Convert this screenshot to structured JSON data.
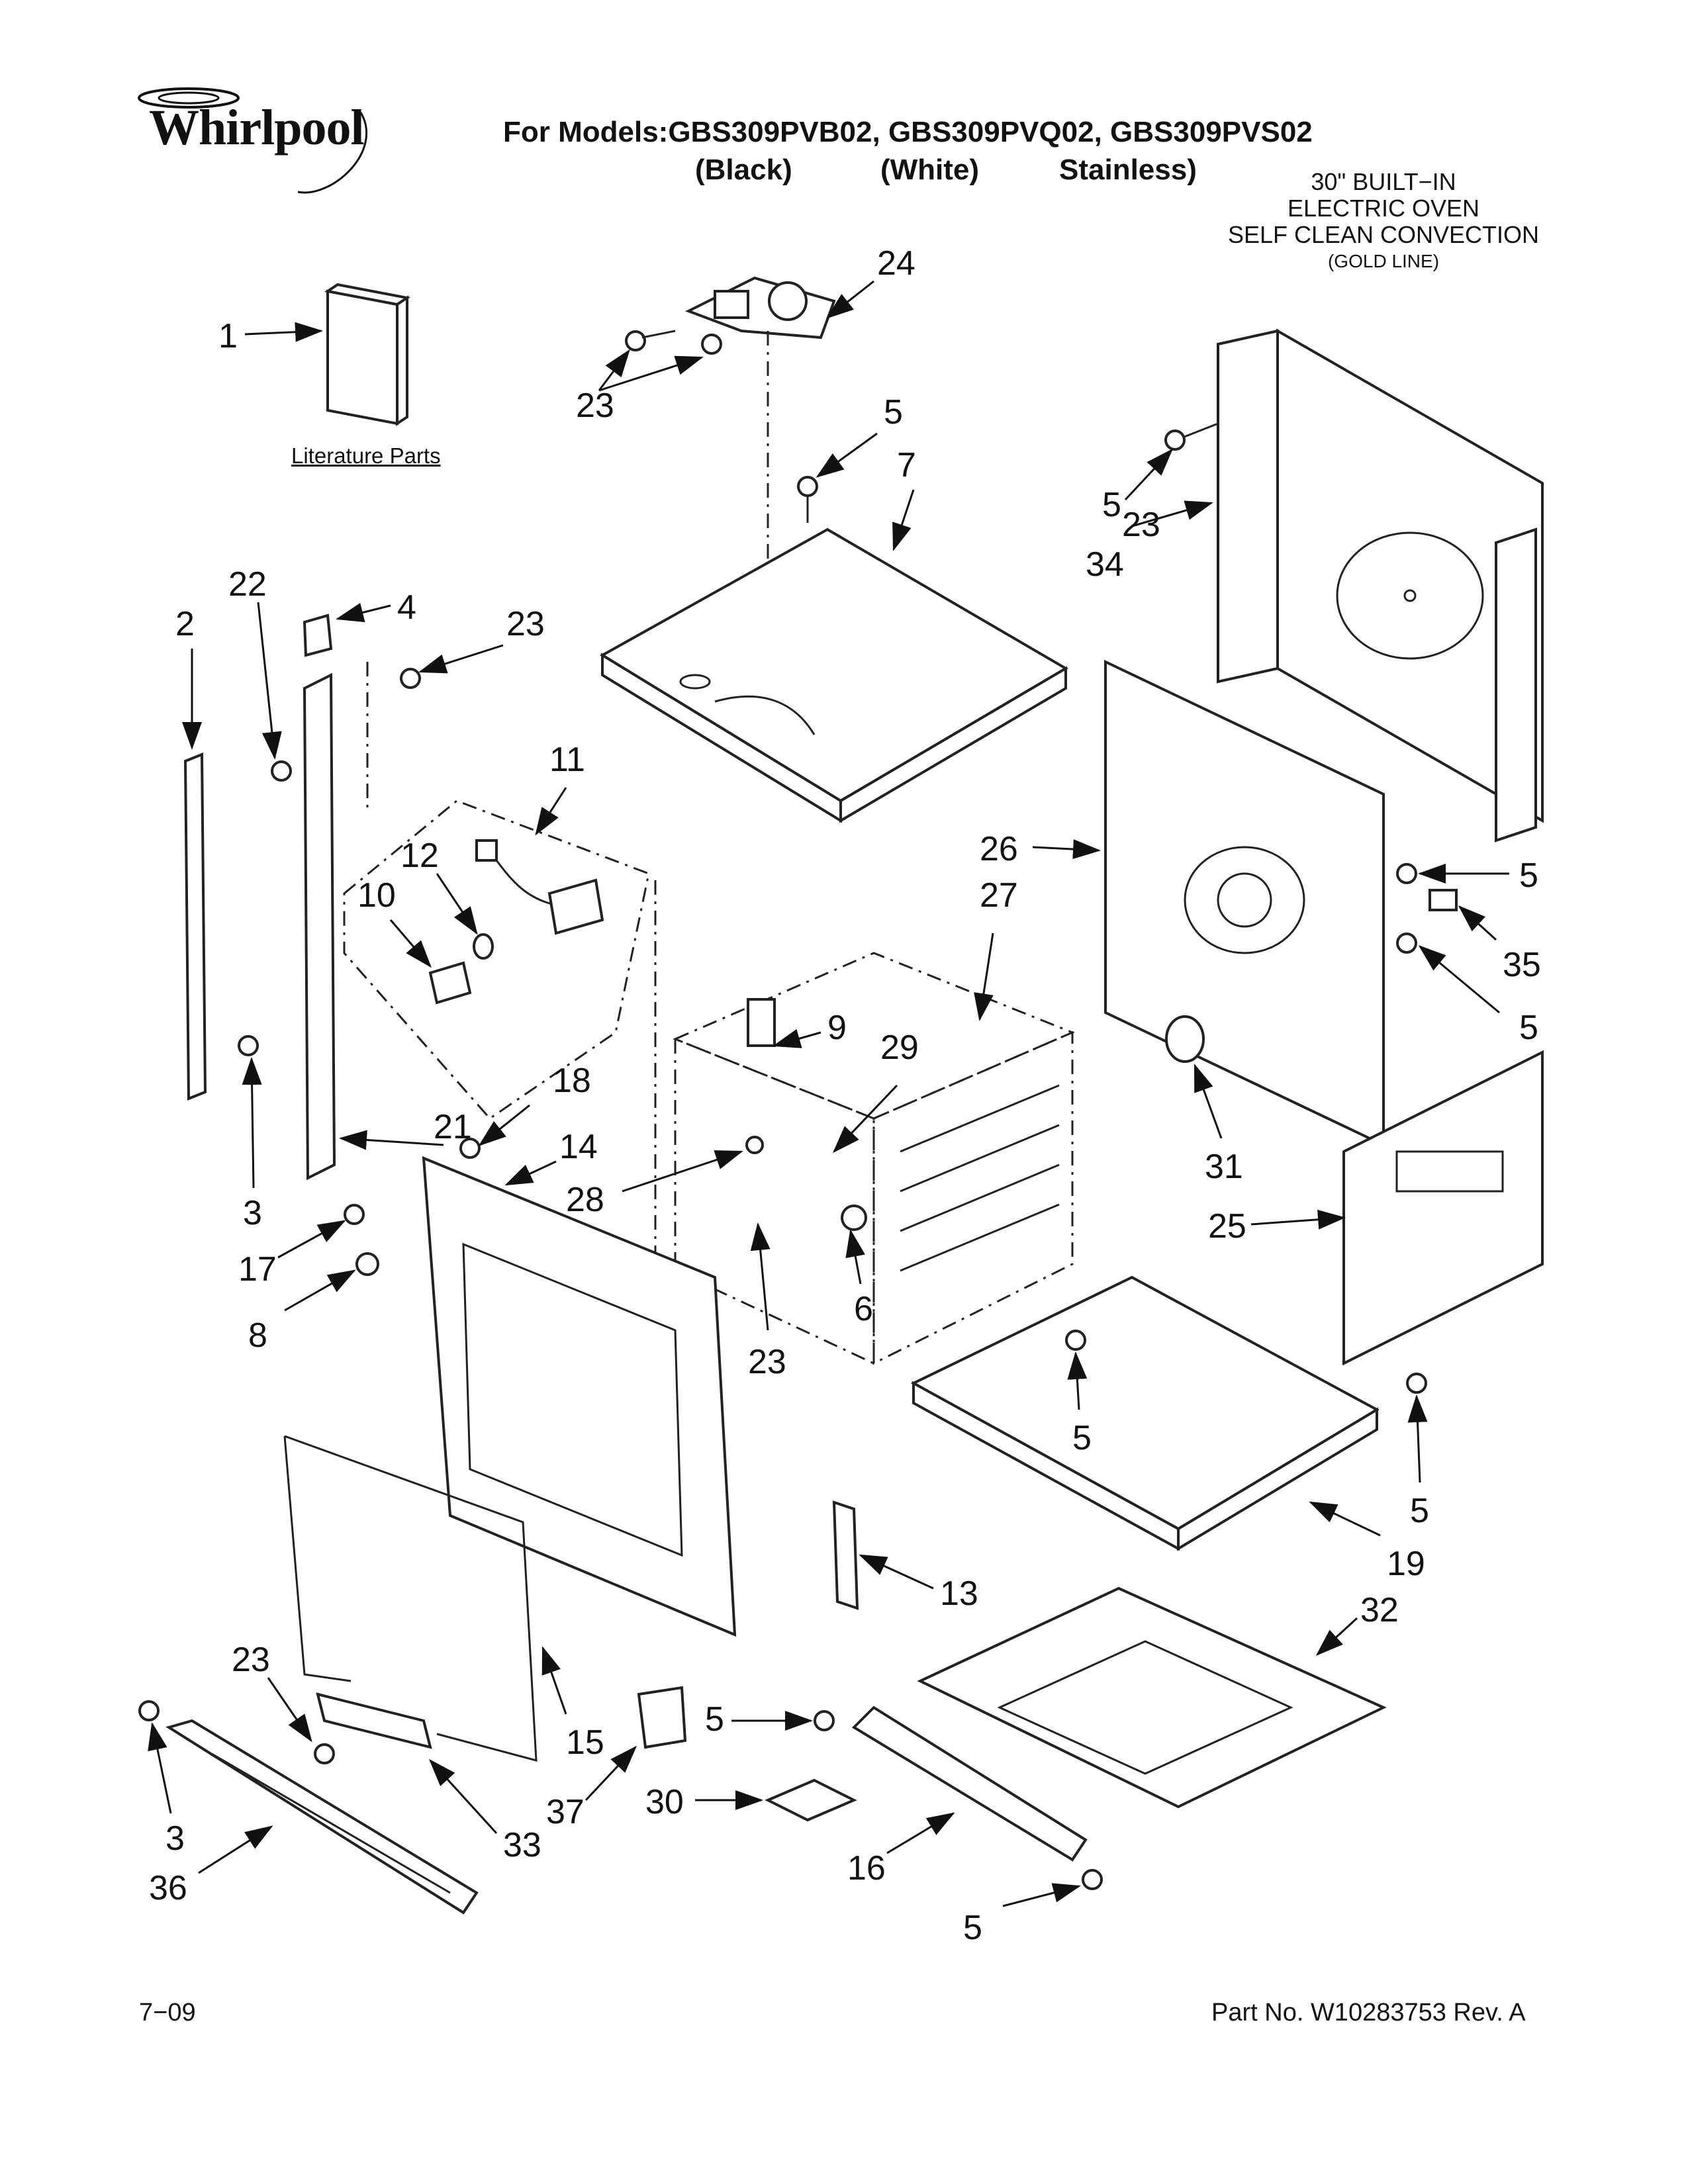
{
  "brand": "Whirlpool",
  "header": {
    "models_line": "For Models:GBS309PVB02, GBS309PVQ02, GBS309PVS02",
    "variants": [
      "(Black)",
      "(White)",
      "Stainless)"
    ],
    "product_lines": [
      "30\" BUILT−IN",
      "ELECTRIC OVEN",
      "SELF CLEAN CONVECTION"
    ],
    "product_subline": "(GOLD LINE)"
  },
  "literature_label": "Literature Parts",
  "callouts": [
    "1",
    "23",
    "24",
    "5",
    "7",
    "23",
    "5",
    "34",
    "2",
    "22",
    "4",
    "23",
    "11",
    "12",
    "10",
    "26",
    "27",
    "5",
    "35",
    "5",
    "9",
    "29",
    "21",
    "18",
    "14",
    "3",
    "28",
    "17",
    "8",
    "23",
    "6",
    "31",
    "25",
    "5",
    "5",
    "19",
    "13",
    "32",
    "23",
    "15",
    "5",
    "37",
    "30",
    "33",
    "3",
    "36",
    "16",
    "5"
  ],
  "footer": {
    "date": "7−09",
    "part_no": "Part No. W10283753 Rev. A"
  }
}
